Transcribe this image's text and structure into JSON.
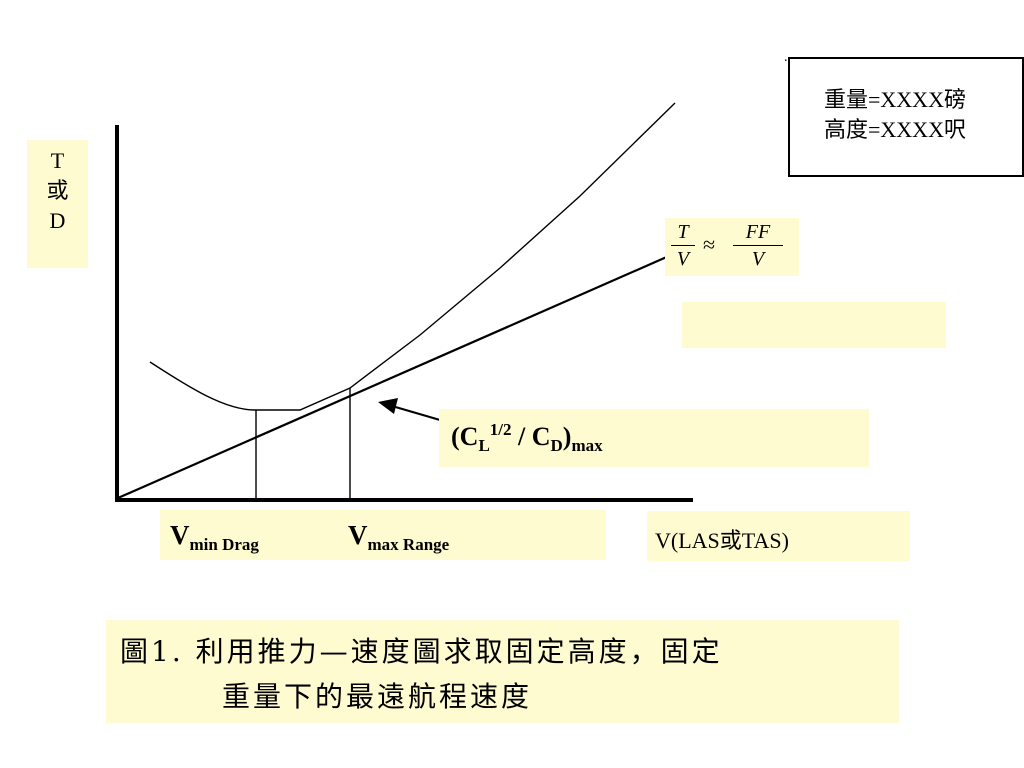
{
  "y_axis_label": {
    "line1": "T",
    "line2": "或",
    "line3": "D"
  },
  "params": {
    "weight": "重量=XXXX磅",
    "altitude": "高度=XXXX呎",
    "mark": "."
  },
  "formula": {
    "left_num": "T",
    "left_den": "V",
    "approx": "≈",
    "right_num": "FF",
    "right_den": "V"
  },
  "ratio_label": {
    "open": "(C",
    "sub_L": "L",
    "sup_half": "1/2",
    "mid": " / C",
    "sub_D": "D",
    "close": ")",
    "sub_max": "max"
  },
  "speeds": {
    "min_main": "V",
    "min_sub": "min Drag",
    "max_main": "V",
    "max_sub": "max Range"
  },
  "x_axis_label": "V(LAS或TAS)",
  "caption": {
    "line1": "圖1. 利用推力—速度圖求取固定高度，固定",
    "line2": "重量下的最遠航程速度"
  }
}
